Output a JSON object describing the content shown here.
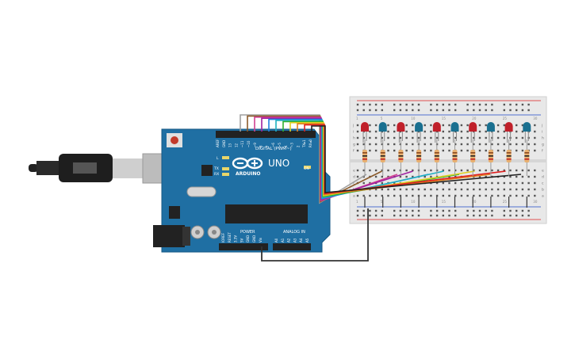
{
  "board": {
    "brand": "ARDUINO",
    "model": "UNO",
    "digital_header": "DIGITAL (PWM~)",
    "power_header": "POWER",
    "analog_header": "ANALOG IN",
    "led_l": "L",
    "led_tx": "TX",
    "led_rx": "RX",
    "led_on": "ON",
    "digital_pins": [
      "AREF",
      "GND",
      "13",
      "12",
      "~11",
      "~10",
      "~9",
      "8",
      "7",
      "~6",
      "~5",
      "4",
      "~3",
      "2",
      "TX▸1",
      "RX◂0"
    ],
    "power_pins": [
      "IOREF",
      "RESET",
      "3.3V",
      "5V",
      "GND",
      "GND",
      "Vin"
    ],
    "analog_pins": [
      "A0",
      "A1",
      "A2",
      "A3",
      "A4",
      "A5"
    ]
  },
  "breadboard": {
    "row_letters_top": [
      "j",
      "i",
      "h",
      "g",
      "f"
    ],
    "row_letters_bottom": [
      "e",
      "d",
      "c",
      "b",
      "a"
    ],
    "column_numbers": [
      "1",
      "5",
      "10",
      "15",
      "20",
      "25",
      "30"
    ]
  },
  "colors": {
    "board": "#1f6fa3",
    "breadboard": "#e8e8e8",
    "led_red": "#c0202a",
    "led_blue": "#1a7090",
    "wires": [
      "#a0a0a0",
      "#8a5a2a",
      "#d04090",
      "#a020a0",
      "#2080e0",
      "#20b0c0",
      "#30b030",
      "#e0d020",
      "#e08020",
      "#e02020",
      "#202020"
    ]
  },
  "led_sequence": [
    "red",
    "blue",
    "red",
    "blue",
    "red",
    "blue",
    "red",
    "blue",
    "red",
    "blue"
  ]
}
